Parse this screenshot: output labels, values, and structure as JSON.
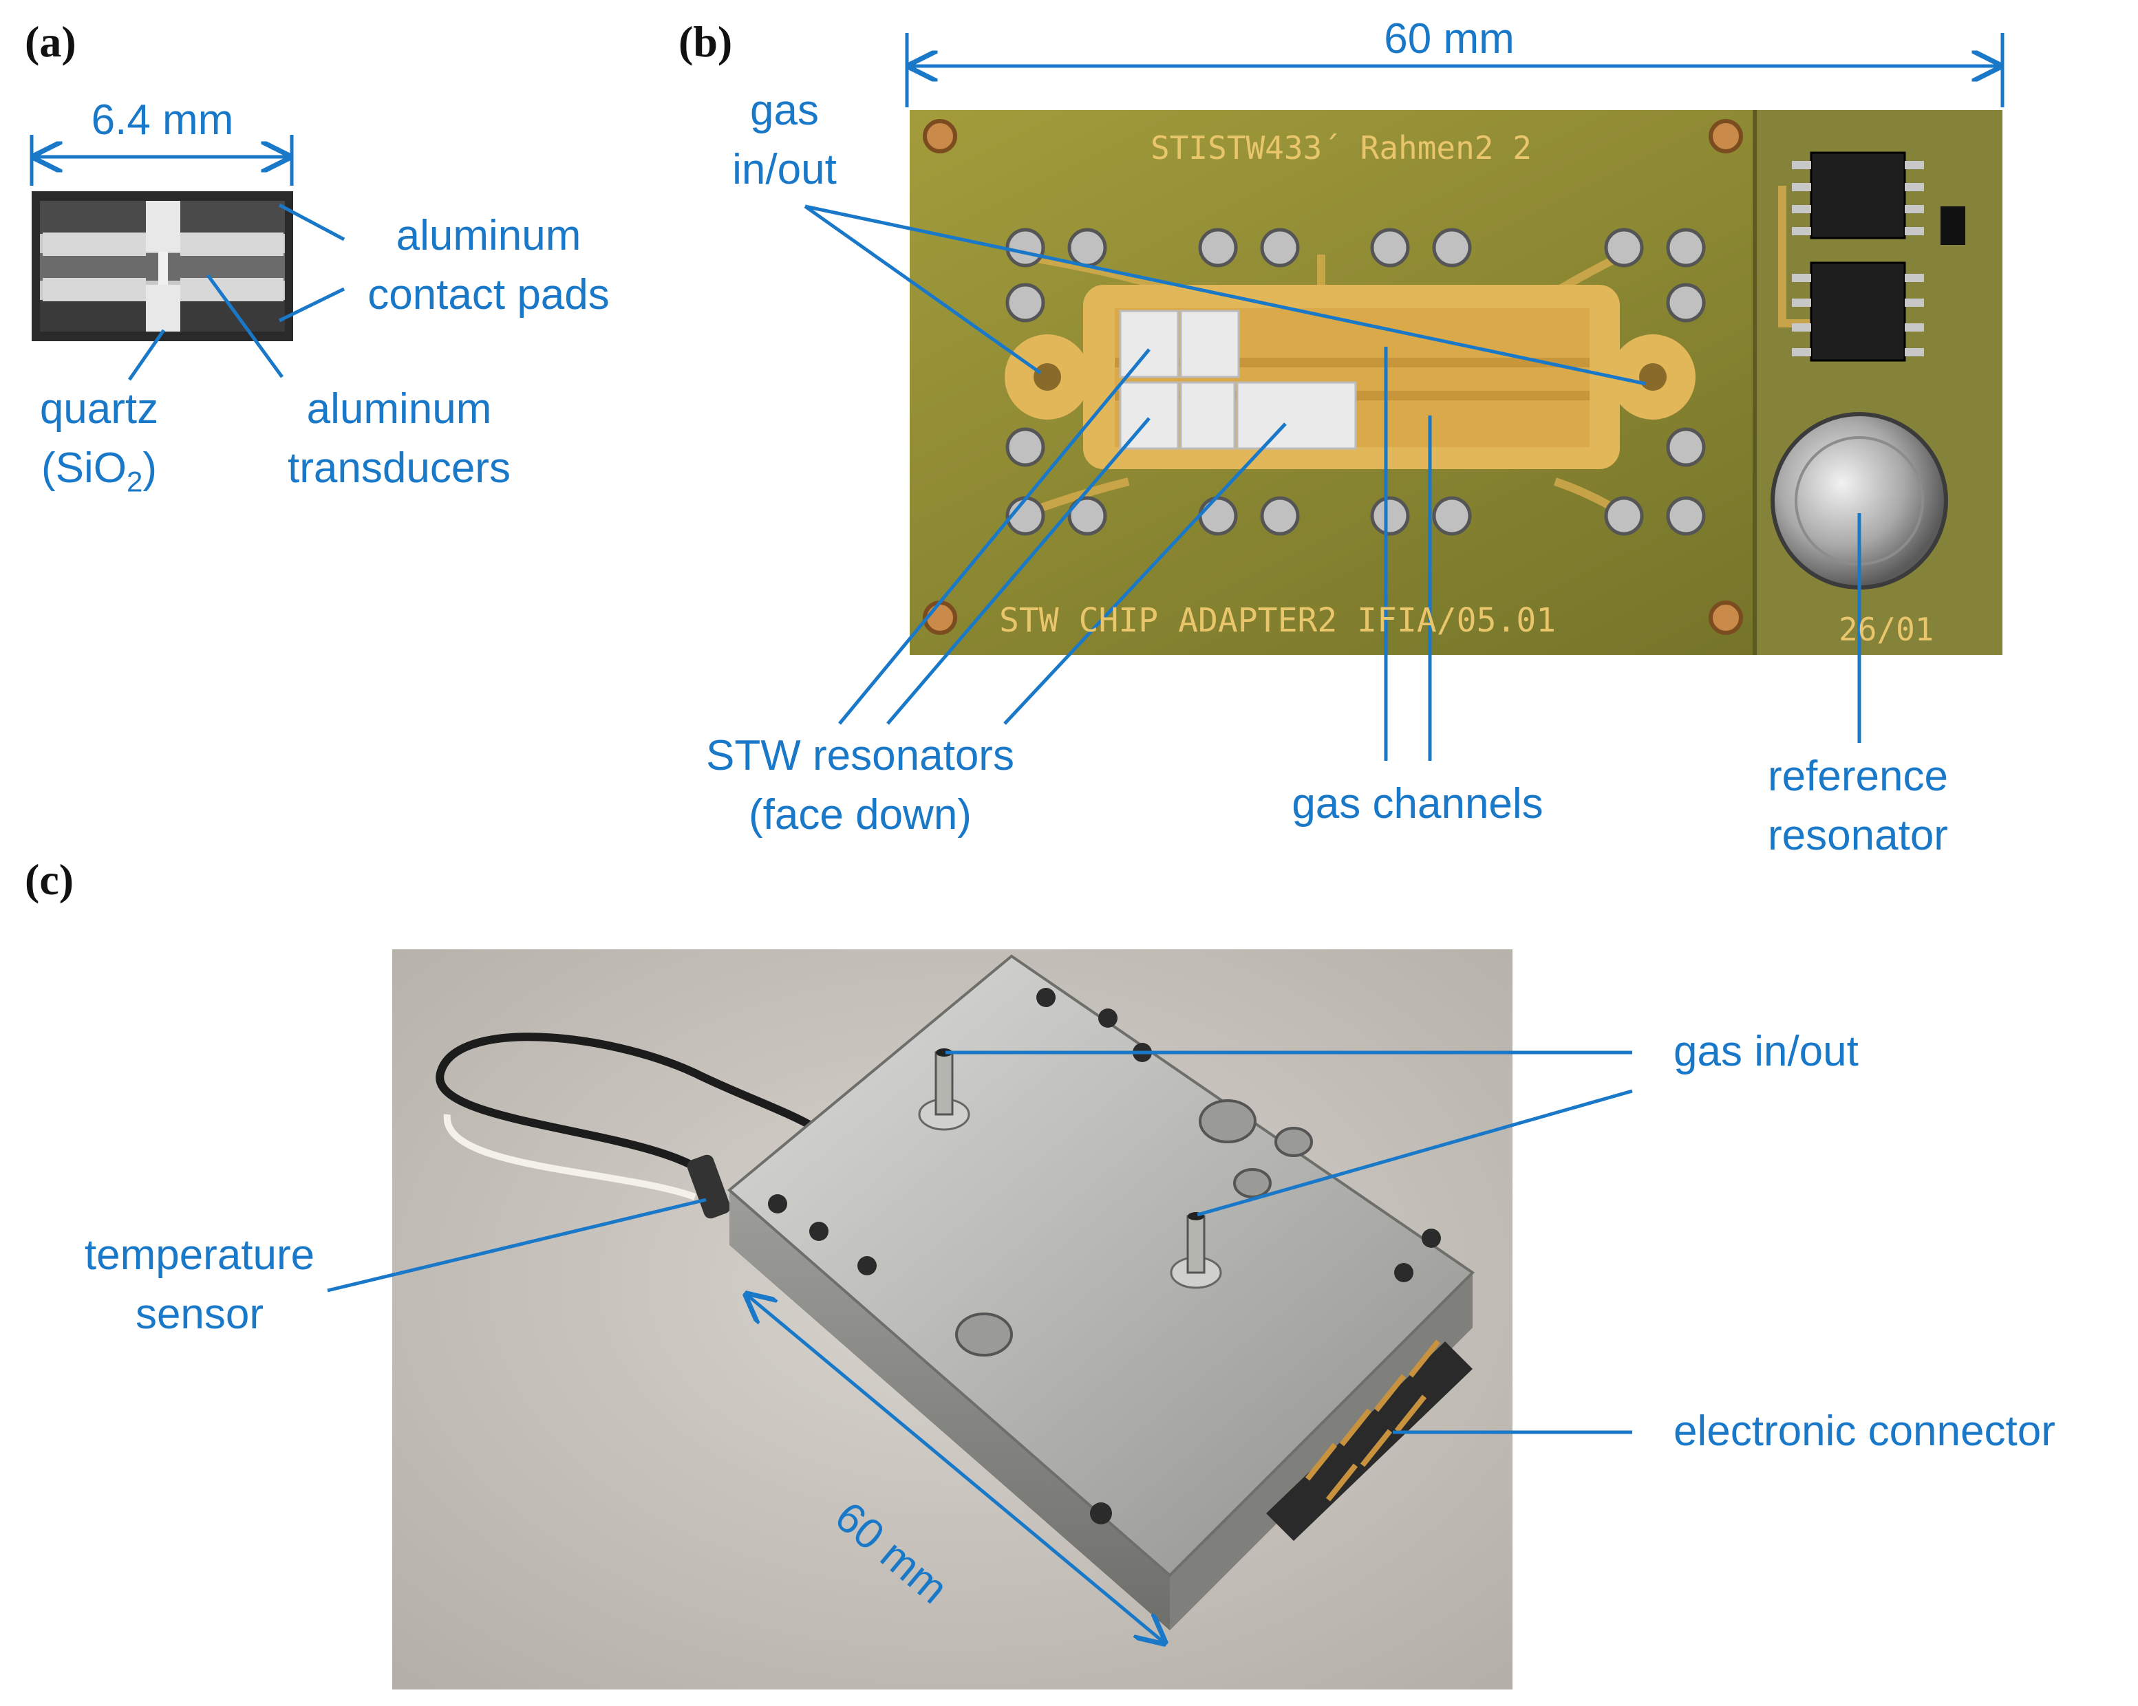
{
  "panels": {
    "a": "(a)",
    "b": "(b)",
    "c": "(c)"
  },
  "dims": {
    "a_width": "6.4 mm",
    "b_width": "60 mm",
    "c_width": "60 mm"
  },
  "labels": {
    "a_contact_pads": [
      "aluminum",
      "contact pads"
    ],
    "a_quartz": [
      "quartz",
      "(SiO",
      "2",
      ")"
    ],
    "a_transducers": [
      "aluminum",
      "transducers"
    ],
    "b_gas": [
      "gas",
      "in/out"
    ],
    "b_stw": [
      "STW resonators",
      "(face down)"
    ],
    "b_channels": "gas channels",
    "b_reference": [
      "reference",
      "resonator"
    ],
    "c_gas": "gas in/out",
    "c_temp": [
      "temperature",
      "sensor"
    ],
    "c_connector": "electronic connector"
  },
  "pcb_print": {
    "top": "STISTW433´ Rahmen2 2",
    "bottom": "STW CHIP ADAPTER2 IFIA/05.01",
    "date": "26/01"
  },
  "colors": {
    "annotation": "#1a78c8",
    "pcb": "#8a8a2e",
    "gold": "#e2b75a",
    "aluminum": "#b8b8b4"
  }
}
